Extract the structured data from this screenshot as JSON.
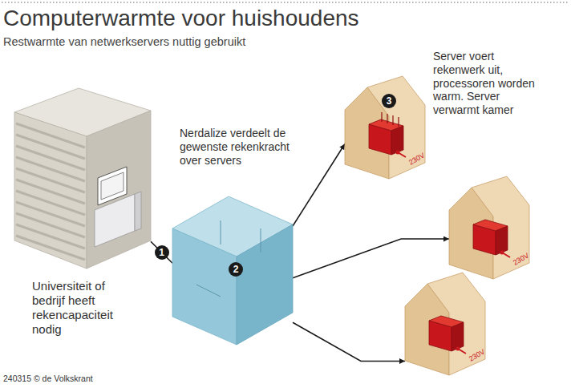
{
  "diagram": {
    "title": "Computerwarmte voor huishoudens",
    "nodes": [
      {
        "text": []
      },
      {
        "text": [
          "2"
        ]
      },
      {
        "text": [
          "3",
          "230V"
        ]
      },
      {
        "text": [
          "230V"
        ]
      },
      {
        "text": [
          "230V"
        ]
      }
    ],
    "edges": [
      {
        "from": 0,
        "to": 1,
        "arrow": "none",
        "label": "1"
      },
      {
        "from": 1,
        "to": 2,
        "arrow": "to"
      },
      {
        "from": 1,
        "to": 3,
        "arrow": "to"
      },
      {
        "from": 1,
        "to": 4,
        "arrow": "to"
      }
    ],
    "labels": [
      "Restwarmte van netwerkservers nuttig gebruikt",
      "Universiteit of bedrijf heeft rekencapaciteit nodig",
      "Nerdalize verdeelt de gewenste rekenkracht over servers",
      "Server voert rekenwerk uit, processoren worden warm. Server verwarmt kamer",
      "240315 © de Volkskrant"
    ]
  }
}
